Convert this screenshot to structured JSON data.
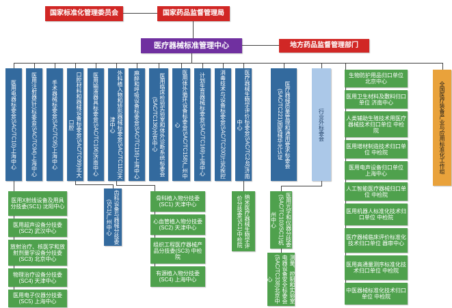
{
  "header": {
    "sac": "国家标准化管理委员会",
    "nmpa": "国家药品监督管理局",
    "standards_center": "医疗器械标准管理中心",
    "local_regulators": "地方药品监督管理部门"
  },
  "committees": [
    "医用电器标委会(SAC/TC10)上海中心",
    "医用注射器(针)标委会(SAC/TC94)上海中心",
    "手术器械标委会(SAC/TC95)上海中心",
    "口腔材料和器械设备标委会(SAC/TC99)北大口腔",
    "医用输液器具标委会(SAC/TC106)济南中心",
    "外科植入物和矫形器械标委会(SAC/TC110)天津中心",
    "麻醉和呼吸设备标委会(SAC/TC116)上海中心",
    "医用临床检验实验室和体外诊断系统标委会(SAC/TC136)北京中心",
    "医用体外循环设备标委会(SAC/TC158)广州中心",
    "计划生育器械标委会(SAC/TC169)上海中心",
    "消毒技术与设备标委会(SAC/TC200)江苏疾控",
    "医疗器械生物学评价标委会(SAC/TC248)济南中心",
    "医疗器械质量管理和通用要求标委会(SAC/TC221)国医械华光认证"
  ],
  "external_committees_label": "行业外标委会",
  "tc10_sub": [
    "医用X射线设备及用具分技委(SC1) 沈阳中心",
    "医用超声设备分技委(SC2) 武汉中心",
    "放射治疗、核医学和放射剂量学设备分技委(SC3) 北京中心",
    "物理治疗设备分技委(SC4) 天津中心",
    "医用电子仪器分技委(SC5) 上海中心"
  ],
  "tc99_sub": "齿科设备与器械分技委(SC1)广州中心",
  "tc110_sub": [
    "骨科植入物分技委(SC1) 天津中心",
    "心血管植入物分技委(SC2) 天津中心",
    "组织工程医疗器械产品分技委(SC3) 中检院",
    "有源植入物分技委(SC4) 上海中心"
  ],
  "tc248_sub": "纳米医疗器械生物学评价分技委(SC1)中检院",
  "external_sub": [
    "医用光学和仪器分技委(SAC/TC103/SC1)杭州中心",
    "测量、控制和实验室电器设备安全标委会(SAC/TC338)北京中心"
  ],
  "focal_units": [
    "生物防护用品归口单位 北京中心",
    "医用卫生材料及敷料归口单位 济南中心",
    "人类辅助生殖技术用医疗器械技术归口单位 中检院",
    "医用增材制造技术归口单位 中检院",
    "医用电声设备归口单位 上海中心",
    "人工智能医疗器械归口单位 中检院",
    "医用机器人标准化技术归口单位 中检院",
    "医疗器械临床评价标准化技术归口单位 器审中心",
    "医用高通量测序标准化技术归口单位 中检院",
    "中医器械标准化技术归口单位 中检院"
  ],
  "working_group": "全国医疗装备产业与应用标准化工作组",
  "colors": {
    "red": "#d12725",
    "purple": "#7030a0",
    "blue": "#336a9e",
    "light_blue": "#abc8e8",
    "green": "#4fa14d",
    "orange": "#e9a23b"
  }
}
